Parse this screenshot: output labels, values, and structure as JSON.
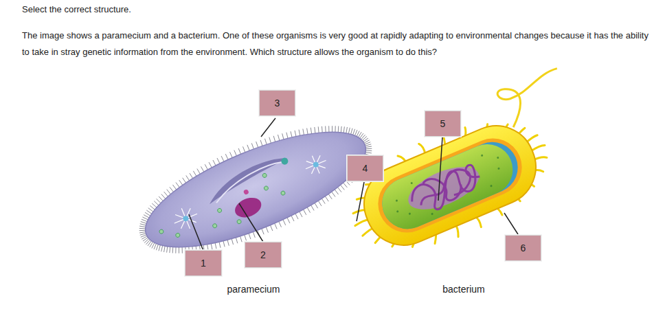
{
  "diagram": {
    "title": "Select the correct structure.",
    "nodes": [
      {
        "text": [
          "1"
        ]
      },
      {
        "text": [
          "2"
        ]
      },
      {
        "text": [
          "3"
        ]
      },
      {
        "text": [
          "4"
        ]
      },
      {
        "text": [
          "5"
        ]
      },
      {
        "text": [
          "6"
        ]
      }
    ],
    "labels": [
      "The image shows a paramecium and a bacterium. One of these organisms is very good at rapidly adapting to environmental changes because it has the ability to take in stray genetic information from the environment. Which structure allows the organism to do this?",
      "paramecium",
      "bacterium"
    ]
  }
}
